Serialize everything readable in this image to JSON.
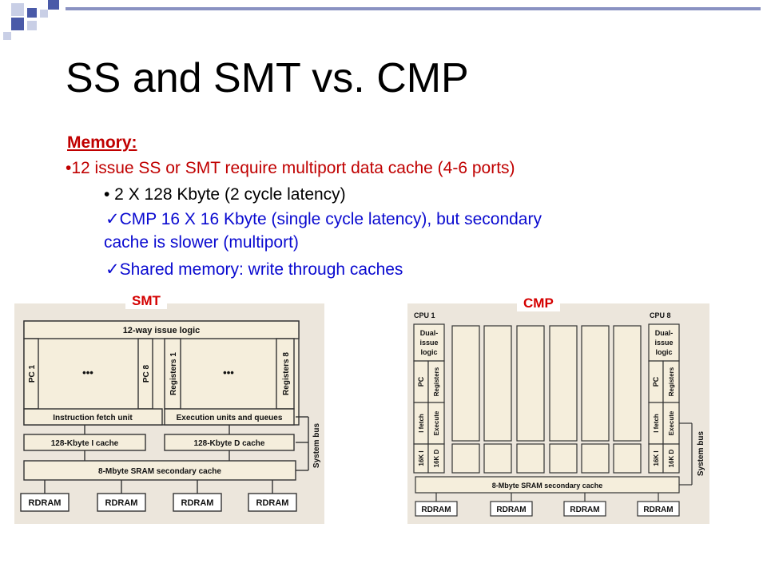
{
  "slide": {
    "title": "SS and SMT vs. CMP"
  },
  "memory": {
    "heading": "Memory:",
    "bullet1": "•12 issue SS or SMT require multiport data cache (4-6 ports)",
    "bullet2": "• 2 X 128 Kbyte  (2 cycle latency)",
    "bullet3_line1": "CMP 16 X 16 Kbyte (single cycle latency), but secondary",
    "bullet3_line2": "cache is slower (multiport)",
    "bullet4": "Shared memory: write through caches"
  },
  "smt": {
    "label": "SMT",
    "issue_logic": "12-way issue logic",
    "pc1": "PC 1",
    "pc8": "PC 8",
    "reg1": "Registers 1",
    "reg8": "Registers 8",
    "ellipsis": "•••",
    "fetch_unit": "Instruction fetch unit",
    "exec_units": "Execution units and queues",
    "icache": "128-Kbyte I cache",
    "dcache": "128-Kbyte D cache",
    "secondary": "8-Mbyte SRAM secondary cache",
    "system_bus": "System bus",
    "rdram": [
      "RDRAM",
      "RDRAM",
      "RDRAM",
      "RDRAM"
    ]
  },
  "cmp": {
    "label": "CMP",
    "cpu1": "CPU 1",
    "cpu8": "CPU 8",
    "dual_issue": [
      "Dual-",
      "issue",
      "logic"
    ],
    "pc": "PC",
    "registers": "Registers",
    "ifetch": "I fetch",
    "execute": "Execute",
    "l1i": "16K I",
    "l1d": "16K D",
    "secondary": "8-Mbyte SRAM secondary cache",
    "system_bus": "System bus",
    "rdram": [
      "RDRAM",
      "RDRAM",
      "RDRAM",
      "RDRAM"
    ]
  },
  "colors": {
    "accent_dark": "#4a5aa8",
    "accent_light": "#c9cfe6",
    "diagram_bg": "#ece6dc",
    "box_fill": "#f5eedc",
    "red": "#c00000",
    "blue": "#0a0ad0"
  }
}
